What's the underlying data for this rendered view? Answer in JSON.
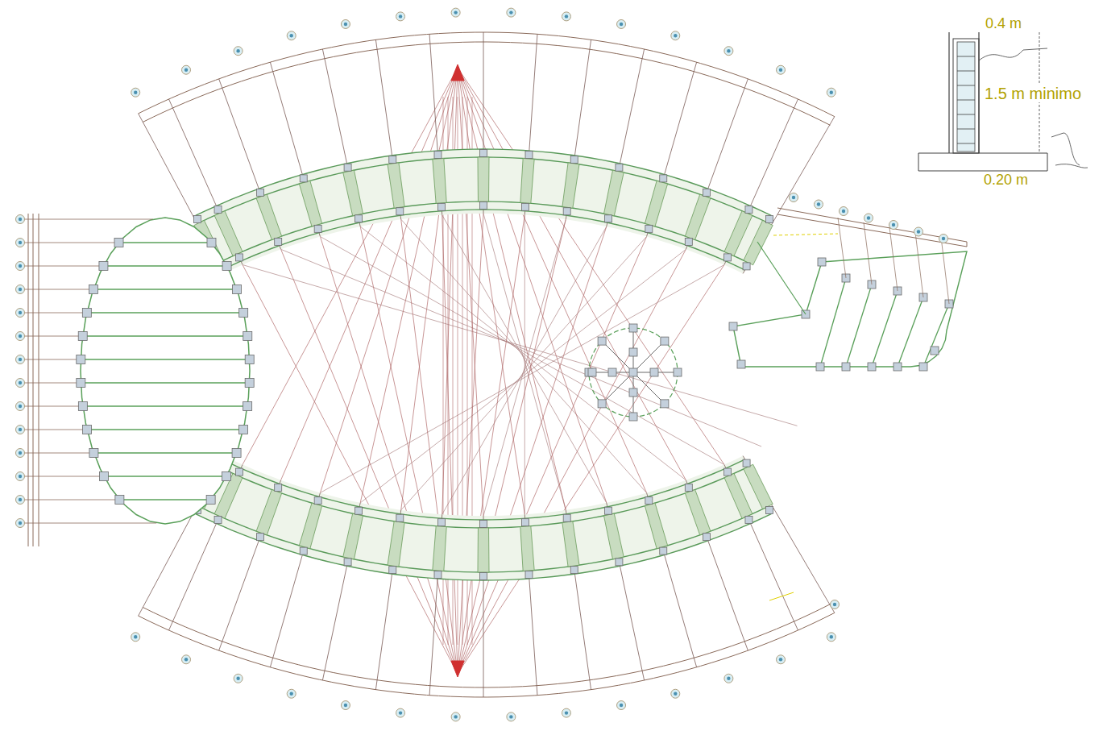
{
  "diagram": {
    "labels": [
      "0.4 m",
      "1.5 m minimo",
      "0.20 m"
    ]
  }
}
